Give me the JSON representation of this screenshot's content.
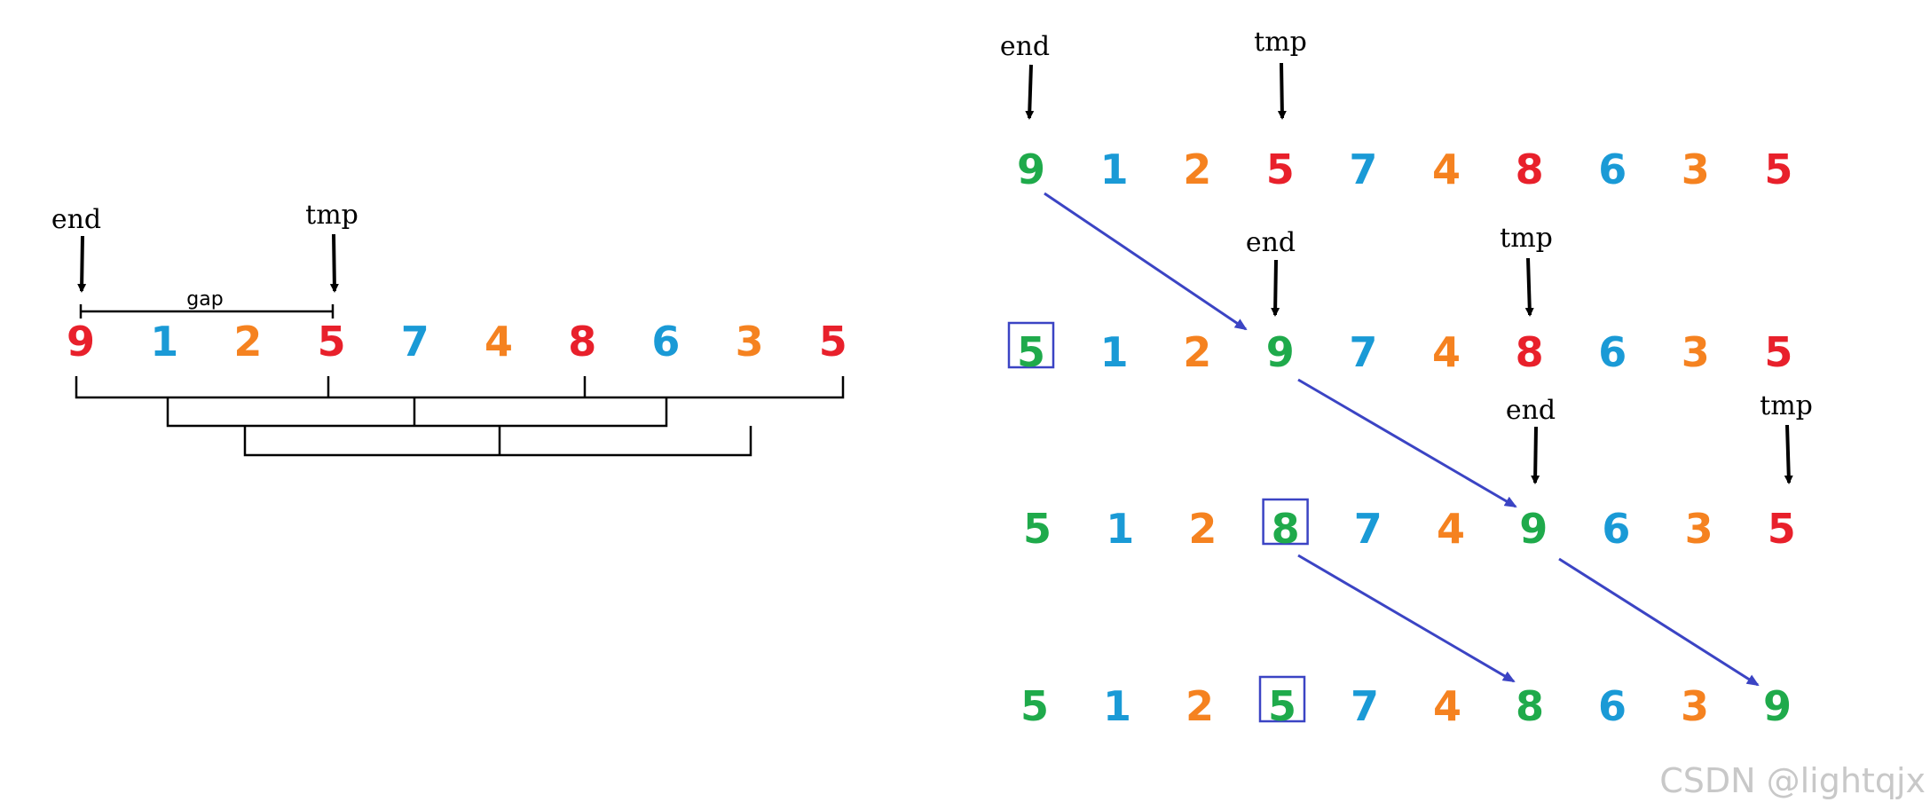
{
  "colors": {
    "red": "#e8202b",
    "blue": "#1a9ad6",
    "orange": "#f58220",
    "green": "#1faa4b",
    "arrow_blue": "#3b44c4",
    "box_blue": "#3b44c4",
    "black": "#000000"
  },
  "left_panel": {
    "digits": [
      {
        "text": "9",
        "color": "red"
      },
      {
        "text": "1",
        "color": "blue"
      },
      {
        "text": "2",
        "color": "orange"
      },
      {
        "text": "5",
        "color": "red"
      },
      {
        "text": "7",
        "color": "blue"
      },
      {
        "text": "4",
        "color": "orange"
      },
      {
        "text": "8",
        "color": "red"
      },
      {
        "text": "6",
        "color": "blue"
      },
      {
        "text": "3",
        "color": "orange"
      },
      {
        "text": "5",
        "color": "red"
      }
    ],
    "end_label": "end",
    "tmp_label": "tmp",
    "gap_label": "gap"
  },
  "right_panel": {
    "rows": [
      {
        "digits": [
          {
            "text": "9",
            "color": "green"
          },
          {
            "text": "1",
            "color": "blue"
          },
          {
            "text": "2",
            "color": "orange"
          },
          {
            "text": "5",
            "color": "red"
          },
          {
            "text": "7",
            "color": "blue"
          },
          {
            "text": "4",
            "color": "orange"
          },
          {
            "text": "8",
            "color": "red"
          },
          {
            "text": "6",
            "color": "blue"
          },
          {
            "text": "3",
            "color": "orange"
          },
          {
            "text": "5",
            "color": "red"
          }
        ],
        "end_label": "end",
        "tmp_label": "tmp"
      },
      {
        "digits": [
          {
            "text": "5",
            "color": "green",
            "boxed": true
          },
          {
            "text": "1",
            "color": "blue"
          },
          {
            "text": "2",
            "color": "orange"
          },
          {
            "text": "9",
            "color": "green"
          },
          {
            "text": "7",
            "color": "blue"
          },
          {
            "text": "4",
            "color": "orange"
          },
          {
            "text": "8",
            "color": "red"
          },
          {
            "text": "6",
            "color": "blue"
          },
          {
            "text": "3",
            "color": "orange"
          },
          {
            "text": "5",
            "color": "red"
          }
        ],
        "end_label": "end",
        "tmp_label": "tmp"
      },
      {
        "digits": [
          {
            "text": "5",
            "color": "green"
          },
          {
            "text": "1",
            "color": "blue"
          },
          {
            "text": "2",
            "color": "orange"
          },
          {
            "text": "8",
            "color": "green",
            "boxed": true
          },
          {
            "text": "7",
            "color": "blue"
          },
          {
            "text": "4",
            "color": "orange"
          },
          {
            "text": "9",
            "color": "green"
          },
          {
            "text": "6",
            "color": "blue"
          },
          {
            "text": "3",
            "color": "orange"
          },
          {
            "text": "5",
            "color": "red"
          }
        ],
        "end_label": "end",
        "tmp_label": "tmp"
      },
      {
        "digits": [
          {
            "text": "5",
            "color": "green"
          },
          {
            "text": "1",
            "color": "blue"
          },
          {
            "text": "2",
            "color": "orange"
          },
          {
            "text": "5",
            "color": "green",
            "boxed": true
          },
          {
            "text": "7",
            "color": "blue"
          },
          {
            "text": "4",
            "color": "orange"
          },
          {
            "text": "8",
            "color": "green"
          },
          {
            "text": "6",
            "color": "blue"
          },
          {
            "text": "3",
            "color": "orange"
          },
          {
            "text": "9",
            "color": "green"
          }
        ]
      }
    ]
  },
  "watermark": "CSDN @lightqjx"
}
